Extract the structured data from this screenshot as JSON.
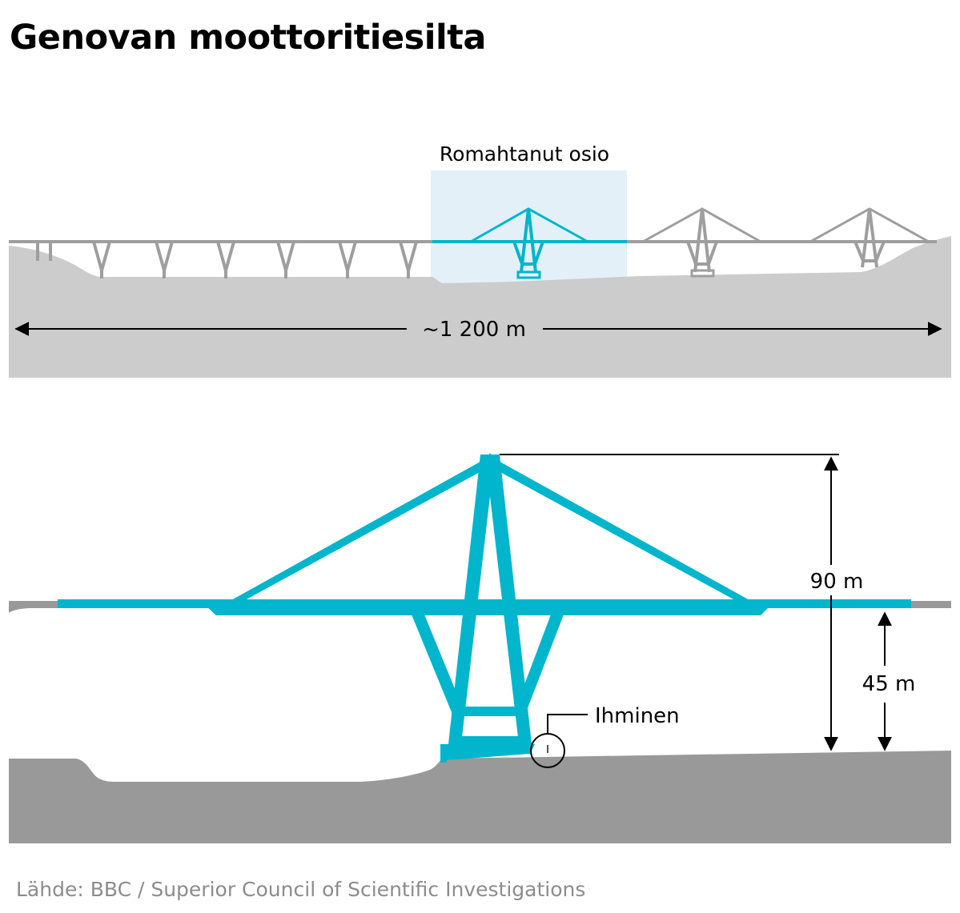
{
  "title": "Genovan moottoritiesilta",
  "overview": {
    "collapsed_label": "Romahtanut osio",
    "length_label": "~1 200 m"
  },
  "detail": {
    "height_total_label": "90 m",
    "deck_height_label": "45 m",
    "person_label": "Ihminen"
  },
  "source": "Lähde: BBC / Superior Council of Scientific Investigations",
  "colors": {
    "bridge_highlight": "#00b5cc",
    "bridge_gray": "#9e9e9e",
    "ground_light": "#cccccc",
    "ground_dark": "#999999",
    "collapsed_box": "#e3f0f8"
  }
}
